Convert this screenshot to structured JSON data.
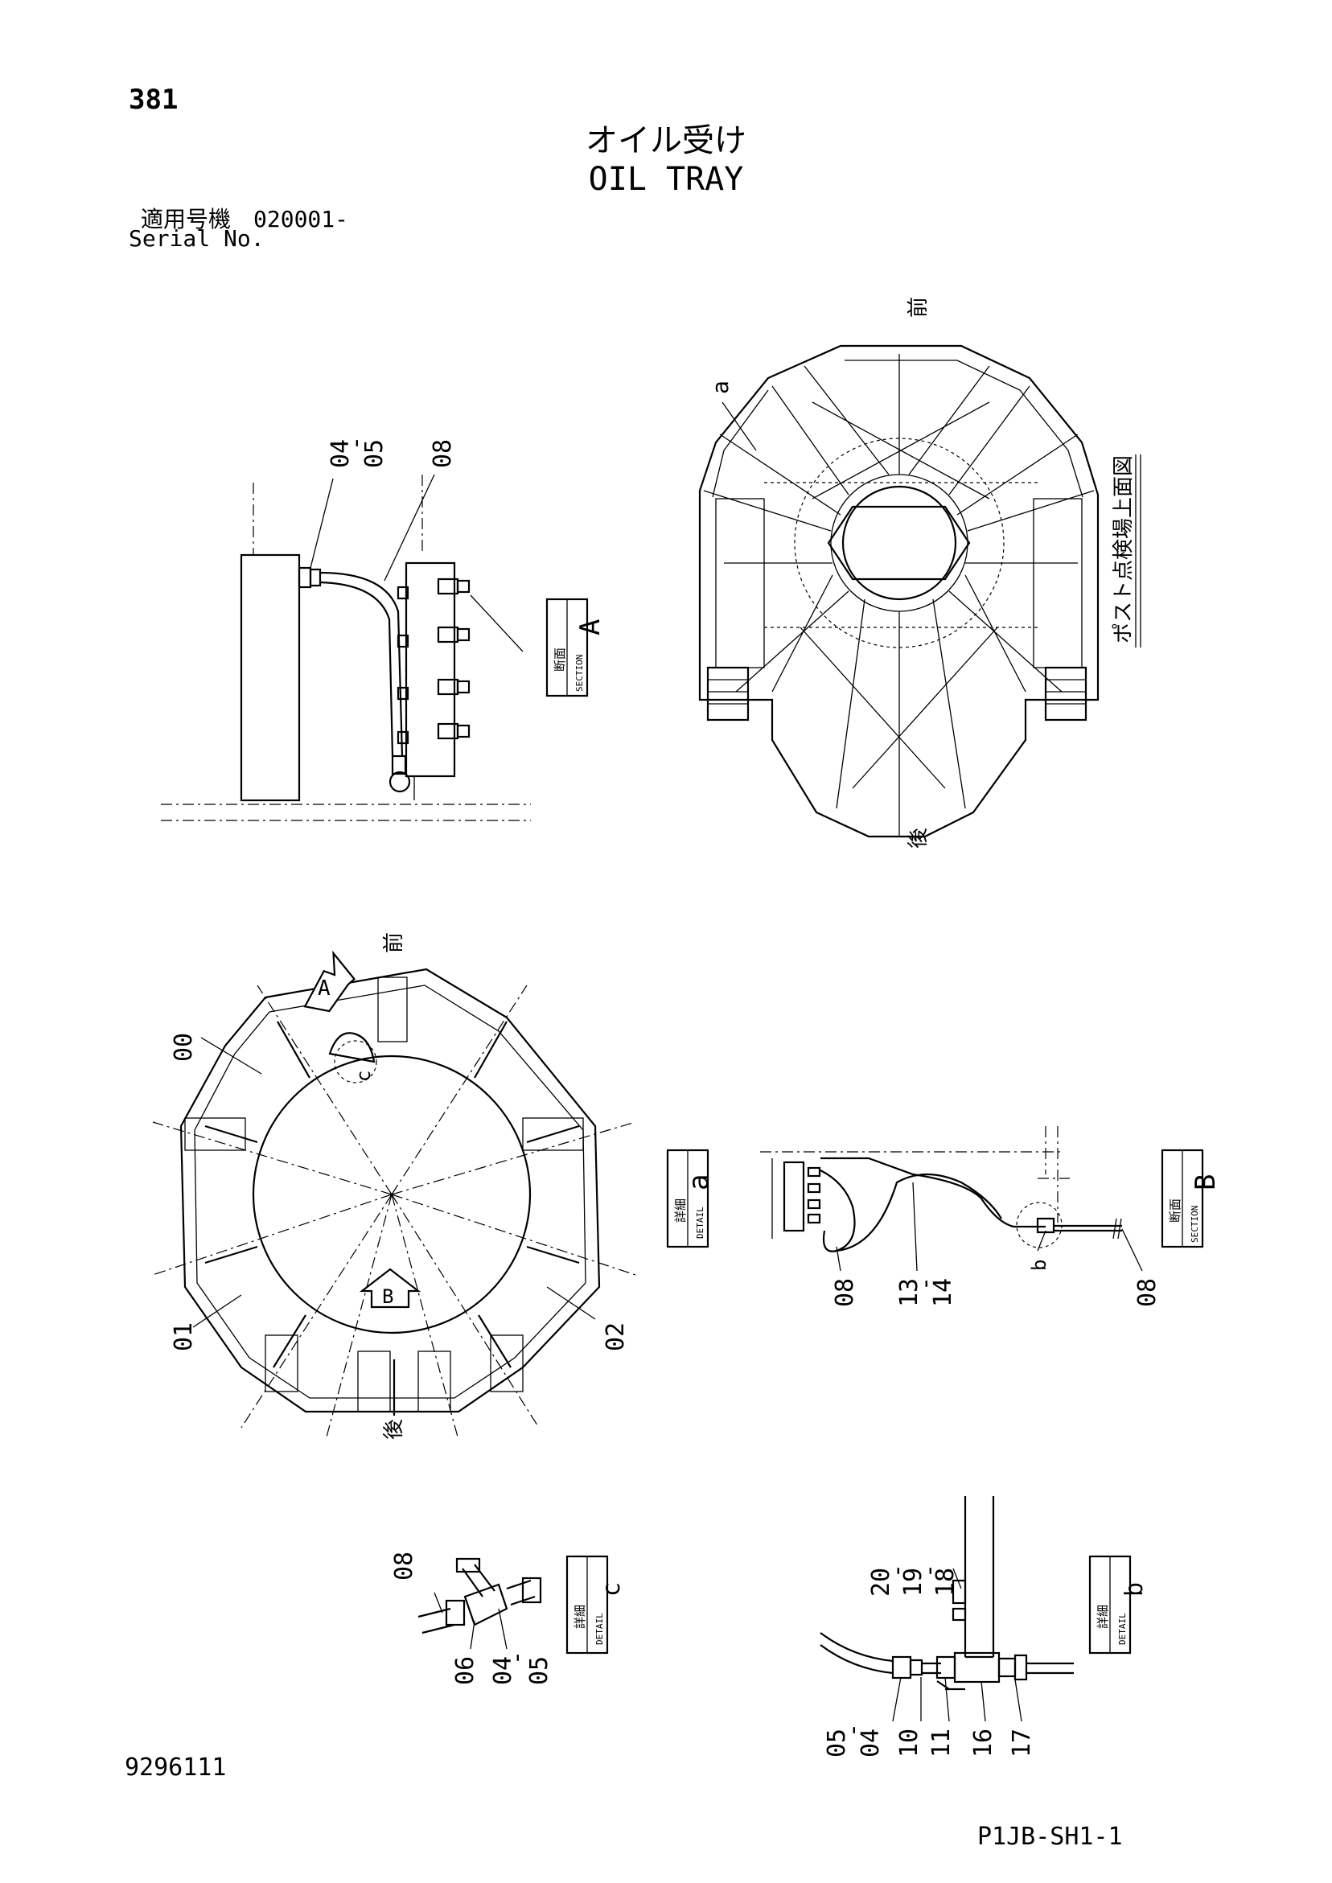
{
  "page_number": "381",
  "title_jp": "オイル受け",
  "title_en": "OIL TRAY",
  "serial_label_jp": "適用号機",
  "serial_value": "020001-",
  "serial_label_en": "Serial No.",
  "doc_number": "9296111",
  "drawing_code": "P1JB-SH1-1",
  "view_caption": "ポスト点検場上面図",
  "dir_front": "前",
  "dir_rear": "後",
  "section_a": {
    "jp": "断面",
    "en": "SECTION",
    "letter": "A"
  },
  "section_b": {
    "jp": "断面",
    "en": "SECTION",
    "letter": "B"
  },
  "detail_a": {
    "jp": "詳細",
    "en": "DETAIL",
    "letter": "a"
  },
  "detail_b": {
    "jp": "詳細",
    "en": "DETAIL",
    "letter": "b"
  },
  "detail_c": {
    "jp": "詳細",
    "en": "DETAIL",
    "letter": "c"
  },
  "arrow_a": "A",
  "arrow_b": "B",
  "mark_a": "a",
  "mark_b": "b",
  "mark_c": "c",
  "parts": {
    "p00": "00",
    "p01": "01",
    "p02": "02",
    "p04": "04",
    "p05": "05",
    "p06": "06",
    "p08": "08",
    "p10": "10",
    "p11": "11",
    "p13": "13",
    "p14": "14",
    "p16": "16",
    "p17": "17",
    "p18": "18",
    "p19": "19",
    "p20": "20",
    "range_sep": "-"
  }
}
